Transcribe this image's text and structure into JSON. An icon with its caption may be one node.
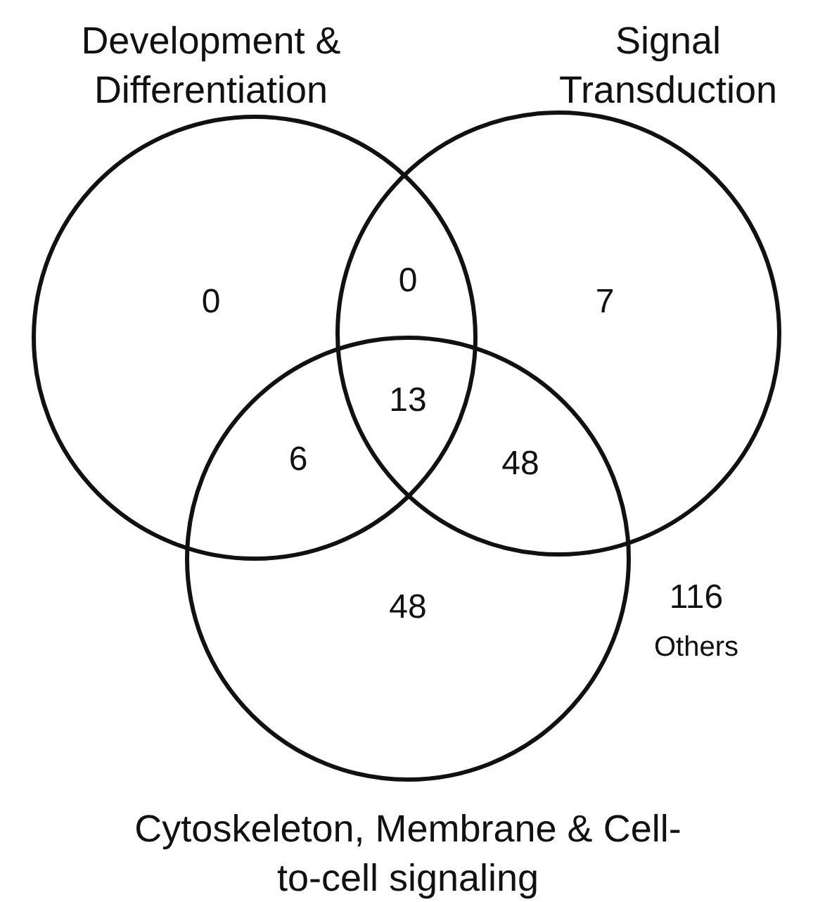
{
  "diagram": {
    "nodes": [
      {
        "text": [
          "Development & Differentiation"
        ]
      },
      {
        "text": [
          "Signal Transduction"
        ]
      },
      {
        "text": [
          "Cytoskeleton, Membrane & Cell-to-cell signaling"
        ]
      }
    ],
    "labels": [
      "0",
      "0",
      "7",
      "13",
      "6",
      "48",
      "48",
      "116",
      "Others"
    ]
  }
}
